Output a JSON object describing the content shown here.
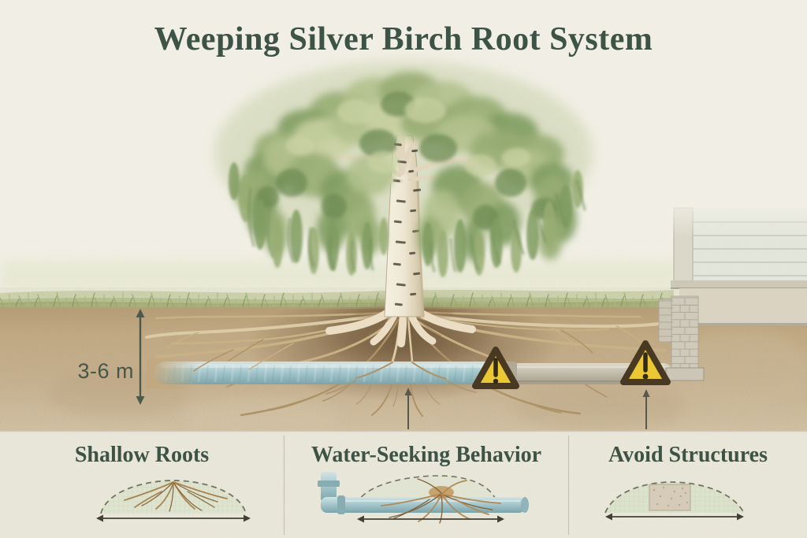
{
  "title": "Weeping Silver Birch Root System",
  "depth_label": "3-6 m",
  "panels": [
    {
      "label": "Shallow Roots",
      "illustration": "root-dome-cross-section"
    },
    {
      "label": "Water-Seeking Behavior",
      "illustration": "roots-wrapping-water-pipe"
    },
    {
      "label": "Avoid Structures",
      "illustration": "root-dome-around-foundation"
    }
  ],
  "icons": {
    "pipe_warning": "warning-triangle-exclamation",
    "structure_warning": "warning-triangle-exclamation"
  },
  "colors": {
    "title_text": "#3d5345",
    "background": "#f3f1e7",
    "panel_background": "#eae8da",
    "soil": "#c2a980",
    "pipe_blue": "#9ec6cc",
    "pipe_gray": "#c4beb0",
    "warning_yellow": "#edc930",
    "warning_border": "#46361f",
    "foliage_green": "#93ab70",
    "trunk_white": "#f2ecdc"
  }
}
